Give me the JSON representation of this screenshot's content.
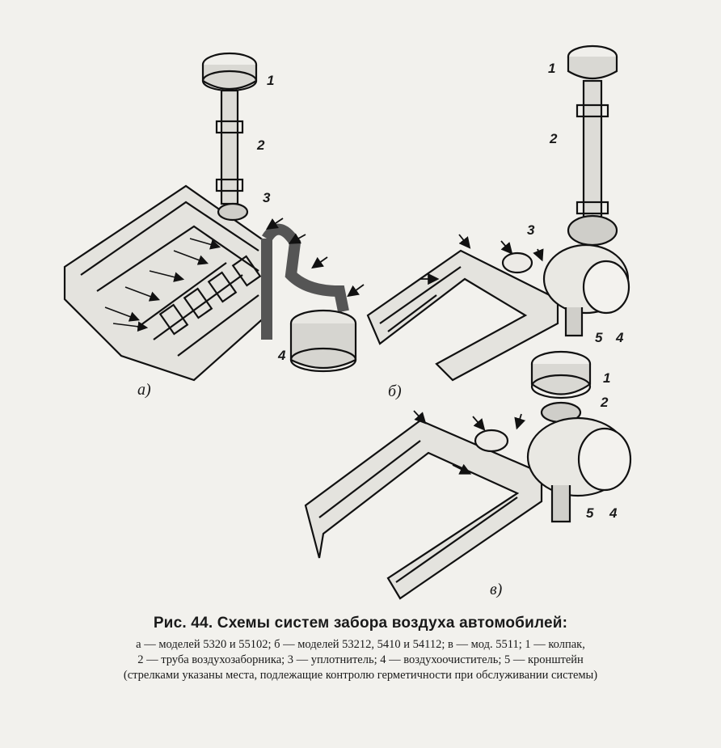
{
  "figure": {
    "subfigures": [
      {
        "id": "a",
        "label": "а)",
        "parts": [
          "1",
          "2",
          "3",
          "4"
        ]
      },
      {
        "id": "b",
        "label": "б)",
        "parts": [
          "1",
          "2",
          "3",
          "4",
          "5"
        ]
      },
      {
        "id": "v",
        "label": "в)",
        "parts": [
          "1",
          "2",
          "4",
          "5"
        ]
      }
    ]
  },
  "caption": {
    "title": "Рис. 44. Схемы систем забора воздуха автомобилей:",
    "line1": "а — моделей 5320 и 55102; б — моделей 53212, 5410 и 54112; в — мод. 5511; 1 — колпак,",
    "line2": "2 — труба воздухозаборника; 3 — уплотнитель; 4 — воздухоочиститель; 5 — кронштейн",
    "line3": "(стрелками указаны места, подлежащие контролю герметичности при обслуживании системы)"
  }
}
